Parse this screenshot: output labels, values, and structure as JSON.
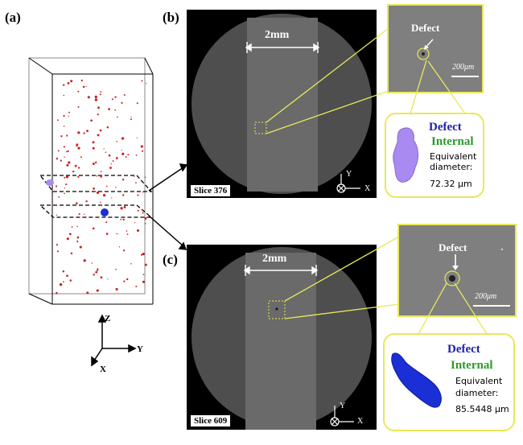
{
  "panels": {
    "a": {
      "label": "(a)",
      "axis": {
        "z": "Z",
        "y": "Y",
        "x": "X"
      }
    },
    "b": {
      "label": "(b)",
      "scale_label": "2mm",
      "slice_label": "Slice 376",
      "axis": {
        "y": "Y",
        "x": "X"
      },
      "zoom": {
        "defect_label": "Defect",
        "scale_label": "200μm"
      },
      "info": {
        "defect": "Defect",
        "internal": "Internal",
        "equiv_line1": "Equivalent",
        "equiv_line2": "diameter:",
        "value": "72.32 μm"
      },
      "colors": {
        "defect_shape": "#a98af0"
      }
    },
    "c": {
      "label": "(c)",
      "scale_label": "2mm",
      "slice_label": "Slice 609",
      "axis": {
        "y": "Y",
        "x": "X"
      },
      "zoom": {
        "defect_label": "Defect",
        "scale_label": "200μm"
      },
      "info": {
        "defect": "Defect",
        "internal": "Internal",
        "equiv_line1": "Equivalent",
        "equiv_line2": "diameter:",
        "value": "85.5448 μm"
      },
      "colors": {
        "defect_shape": "#1a2fd6"
      }
    }
  },
  "colors": {
    "highlight": "#e8e85a",
    "pore": "#cc2222",
    "defect_text": "#2020b0",
    "internal_text": "#2a9a2a"
  }
}
